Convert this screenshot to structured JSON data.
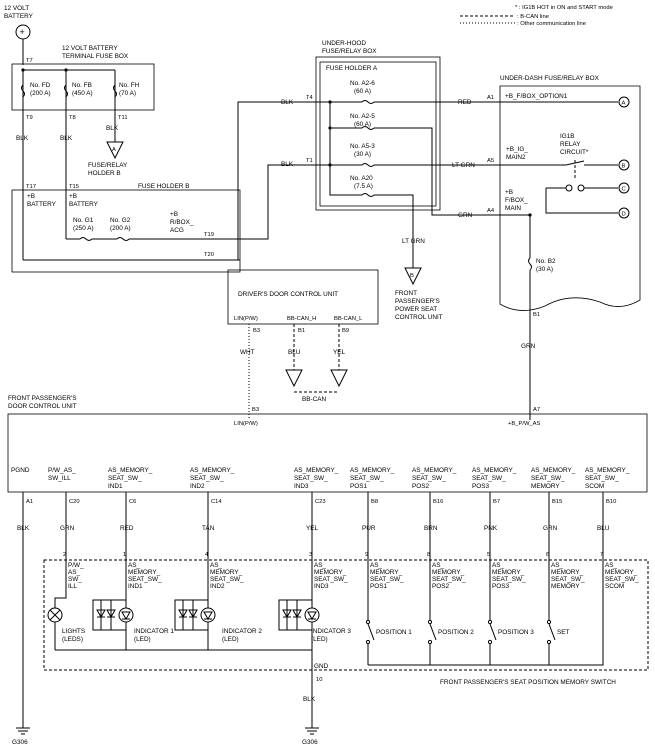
{
  "legend": {
    "ig1b_note": "* : IG1B HOT in ON and START mode",
    "bcan_line": ": B-CAN line",
    "other_line": ": Other communication line"
  },
  "battery": {
    "label1": "12 VOLT",
    "label2": "BATTERY"
  },
  "terminal_box": {
    "title1": "12 VOLT BATTERY",
    "title2": "TERMINAL FUSE BOX",
    "fuses": [
      {
        "name": "No. FD",
        "rating": "(200 A)"
      },
      {
        "name": "No. FB",
        "rating": "(450 A)"
      },
      {
        "name": "No. FH",
        "rating": "(70 A)"
      }
    ],
    "terminals": {
      "t7": "T7",
      "t9": "T9",
      "t8": "T8",
      "t11": "T11"
    }
  },
  "fuse_relay_holder_b": {
    "wire": "BLK",
    "conn": "A",
    "label1": "FUSE/RELAY",
    "label2": "HOLDER B"
  },
  "fuse_holder_b": {
    "title": "FUSE HOLDER B",
    "t17": "T17",
    "t15": "T15",
    "t19": "T19",
    "t20": "T20",
    "bat1_a": "+B",
    "bat1_b": "BATTERY",
    "bat2_a": "+B",
    "bat2_b": "BATTERY",
    "fuses": [
      {
        "name": "No. G1",
        "rating": "(250 A)"
      },
      {
        "name": "No. G2",
        "rating": "(200 A)"
      }
    ],
    "rbox_1": "+B",
    "rbox_2": "R/BOX_",
    "rbox_3": "ACG"
  },
  "wires": {
    "blk_left1": "BLK",
    "blk_left2": "BLK",
    "blk_t4": "BLK",
    "blk_t1": "BLK",
    "red": "RED",
    "ltgrn": "LT GRN",
    "grn": "GRN",
    "ltgrn_down": "LT GRN",
    "grn_b1": "GRN",
    "wht": "WHT",
    "blu": "BLU",
    "yel": "YEL"
  },
  "underhood_box": {
    "title1": "UNDER-HOOD",
    "title2": "FUSE/RELAY BOX",
    "holder": "FUSE HOLDER A",
    "t4": "T4",
    "t1": "T1",
    "fuses": [
      {
        "name": "No. A2-6",
        "rating": "(60 A)"
      },
      {
        "name": "No. A2-5",
        "rating": "(60 A)"
      },
      {
        "name": "No. A5-3",
        "rating": "(30 A)"
      },
      {
        "name": "No. A20",
        "rating": "(7.5 A)"
      }
    ]
  },
  "underdash_box": {
    "title": "UNDER-DASH FUSE/RELAY BOX",
    "a1": "A1",
    "a5": "A5",
    "a4": "A4",
    "b1": "B1",
    "opt": "+B_F/BOX_OPTION1",
    "ig_1": "+B_IG_",
    "ig_2": "MAIN2",
    "fbox_1": "+B",
    "fbox_2": "F/BOX_",
    "fbox_3": "MAIN",
    "relay_1": "IG1B",
    "relay_2": "RELAY",
    "relay_3": "CIRCUIT*",
    "fuse_name": "No. B2",
    "fuse_rating": "(30 A)",
    "connectors": [
      "A",
      "B",
      "C",
      "D"
    ]
  },
  "passenger_power_seat": {
    "conn": "B",
    "label1": "FRONT",
    "label2": "PASSENGER'S",
    "label3": "POWER SEAT",
    "label4": "CONTROL UNIT"
  },
  "driver_door": {
    "title": "DRIVER'S DOOR CONTROL UNIT",
    "pins": [
      {
        "signal": "LIN(P/W)",
        "pin": "B3",
        "wire": "WHT"
      },
      {
        "signal": "BB-CAN_H",
        "pin": "B1",
        "wire": "BLU"
      },
      {
        "signal": "BB-CAN_L",
        "pin": "B9",
        "wire": "YEL"
      }
    ],
    "bbcan": "BB-CAN"
  },
  "passenger_door": {
    "title1": "FRONT PASSENGER'S",
    "title2": "DOOR CONTROL UNIT",
    "lin_pin": "B3",
    "lin": "LIN(P/W)",
    "pas_pin": "A7",
    "pas": "+B_P/W_AS",
    "pins": [
      {
        "l1": "PGND",
        "l2": "",
        "l3": "",
        "pin": "A1",
        "wire": "BLK"
      },
      {
        "l1": "P/W_AS_",
        "l2": "SW_ILL",
        "l3": "",
        "pin": "C20",
        "wire": "GRN"
      },
      {
        "l1": "AS_MEMORY_",
        "l2": "SEAT_SW_",
        "l3": "IND1",
        "pin": "C6",
        "wire": "RED"
      },
      {
        "l1": "AS_MEMORY_",
        "l2": "SEAT_SW_",
        "l3": "IND2",
        "pin": "C14",
        "wire": "TAN"
      },
      {
        "l1": "AS_MEMORY_",
        "l2": "SEAT_SW_",
        "l3": "IND3",
        "pin": "C23",
        "wire": "YEL"
      },
      {
        "l1": "AS_MEMORY_",
        "l2": "SEAT_SW_",
        "l3": "POS1",
        "pin": "B8",
        "wire": "PUR"
      },
      {
        "l1": "AS_MEMORY_",
        "l2": "SEAT_SW_",
        "l3": "POS2",
        "pin": "B16",
        "wire": "BRN"
      },
      {
        "l1": "AS_MEMORY_",
        "l2": "SEAT_SW_",
        "l3": "POS3",
        "pin": "B7",
        "wire": "PNK"
      },
      {
        "l1": "AS_MEMORY_",
        "l2": "SEAT_SW_",
        "l3": "MEMORY",
        "pin": "B15",
        "wire": "GRN"
      },
      {
        "l1": "AS_MEMORY_",
        "l2": "SEAT_SW_",
        "l3": "SCOM",
        "pin": "B10",
        "wire": "BLU"
      }
    ]
  },
  "switch_unit": {
    "title": "FRONT PASSENGER'S SEAT POSITION MEMORY SWITCH",
    "pins": [
      {
        "num": "2",
        "l1": "P/W_",
        "l2": "AS_",
        "l3": "SW_",
        "l4": "ILL"
      },
      {
        "num": "1",
        "l1": "AS_",
        "l2": "MEMORY_",
        "l3": "SEAT_SW_",
        "l4": "IND1"
      },
      {
        "num": "4",
        "l1": "AS_",
        "l2": "MEMORY_",
        "l3": "SEAT_SW_",
        "l4": "IND2"
      },
      {
        "num": "3",
        "l1": "AS_",
        "l2": "MEMORY_",
        "l3": "SEAT_SW_",
        "l4": "IND3"
      },
      {
        "num": "9",
        "l1": "AS_",
        "l2": "MEMORY_",
        "l3": "SEAT_SW_",
        "l4": "POS1"
      },
      {
        "num": "8",
        "l1": "AS_",
        "l2": "MEMORY_",
        "l3": "SEAT_SW_",
        "l4": "POS2"
      },
      {
        "num": "5",
        "l1": "AS_",
        "l2": "MEMORY_",
        "l3": "SEAT_SW_",
        "l4": "POS3"
      },
      {
        "num": "6",
        "l1": "AS_",
        "l2": "MEMORY_",
        "l3": "SEAT_SW_",
        "l4": "MEMORY"
      },
      {
        "num": "7",
        "l1": "AS_",
        "l2": "MEMORY_",
        "l3": "SEAT_SW_",
        "l4": "SCOM"
      }
    ],
    "lights_1": "LIGHTS",
    "lights_2": "(LEDS)",
    "ind1_1": "INDICATOR 1",
    "ind1_2": "(LED)",
    "ind2_1": "INDICATOR 2",
    "ind2_2": "(LED)",
    "ind3_1": "INDICATOR 3",
    "ind3_2": "(LED)",
    "positions": [
      "POSITION 1",
      "POSITION 2",
      "POSITION 3",
      "SET"
    ],
    "gnd": "GND",
    "gnd_pin": "10",
    "gnd_wire": "BLK"
  },
  "grounds": {
    "g1": "G306",
    "g2": "G306"
  }
}
